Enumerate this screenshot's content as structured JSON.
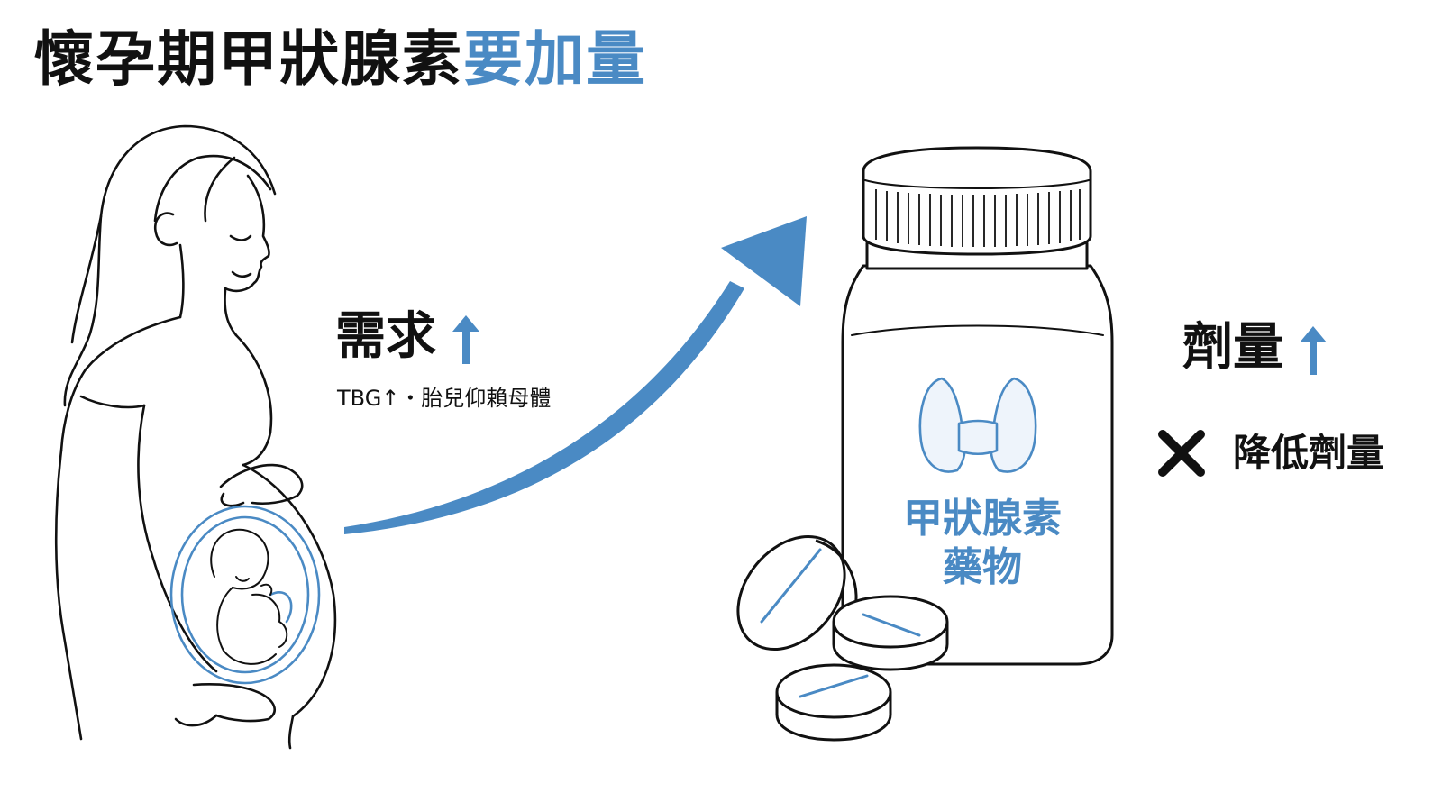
{
  "title": {
    "main": "懷孕期甲狀腺素",
    "highlight": "要加量"
  },
  "demand": {
    "label": "需求",
    "sub": "TBG↑・胎兒仰賴母體"
  },
  "bottle": {
    "line1": "甲狀腺素",
    "line2": "藥物"
  },
  "dose": {
    "label": "劑量"
  },
  "warning": {
    "label": "降低劑量"
  },
  "icons": {
    "up_arrow": "up-arrow-icon",
    "cross": "cross-icon",
    "thyroid": "thyroid-icon",
    "curve_arrow": "curved-arrow-icon"
  },
  "colors": {
    "accent": "#4a8ac4",
    "ink": "#111111"
  }
}
